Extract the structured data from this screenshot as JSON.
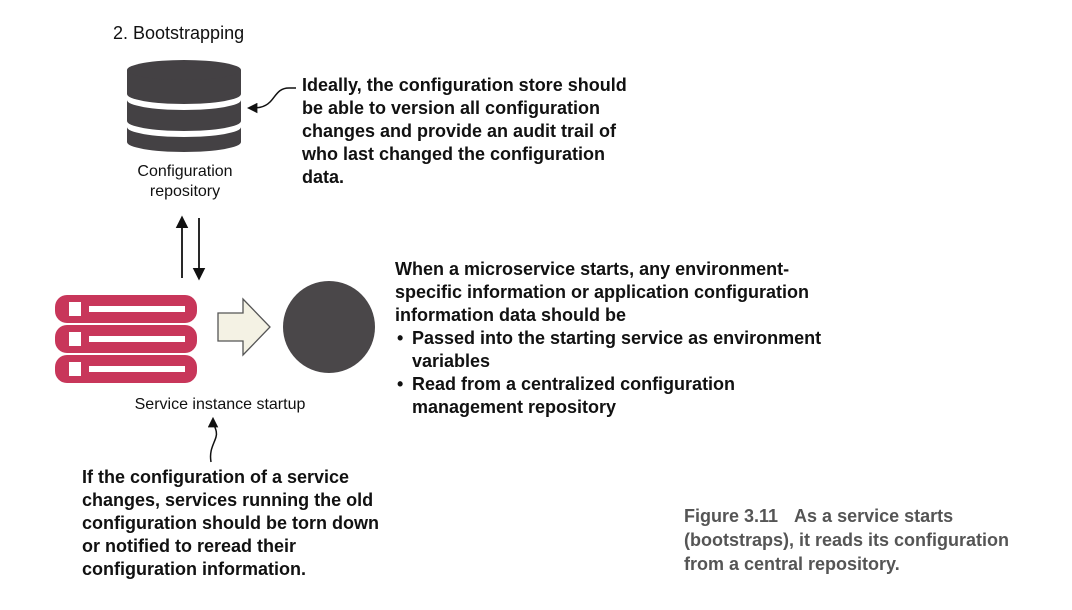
{
  "title": "2. Bootstrapping",
  "nodes": {
    "config_repo_label": "Configuration\nrepository",
    "service_startup_label": "Service instance startup"
  },
  "notes": {
    "top": "Ideally, the configuration store should be able to version all configuration changes and provide an audit trail of who last changed the configuration data.",
    "right_intro": "When a microservice starts, any environment-specific information or application configuration information data should be",
    "right_bullets": [
      "Passed into the starting service as environment variables",
      "Read from a centralized configuration management repository"
    ],
    "bullet_glyph": "•",
    "bottom": "If the configuration of a service changes, services running the old configuration should be torn down or notified to reread their configuration information."
  },
  "caption": {
    "number": "Figure 3.11",
    "text": "As a service starts (bootstraps), it reads its configuration from a central repository."
  },
  "colors": {
    "database": "#444144",
    "server": "#c8365a",
    "circle": "#4a4749",
    "arrow_fill": "#f4f2e4"
  },
  "icons": {
    "repository": "database-icon",
    "service": "server-stack-icon",
    "running_service": "service-circle-icon",
    "flow": "block-arrow-icon"
  }
}
